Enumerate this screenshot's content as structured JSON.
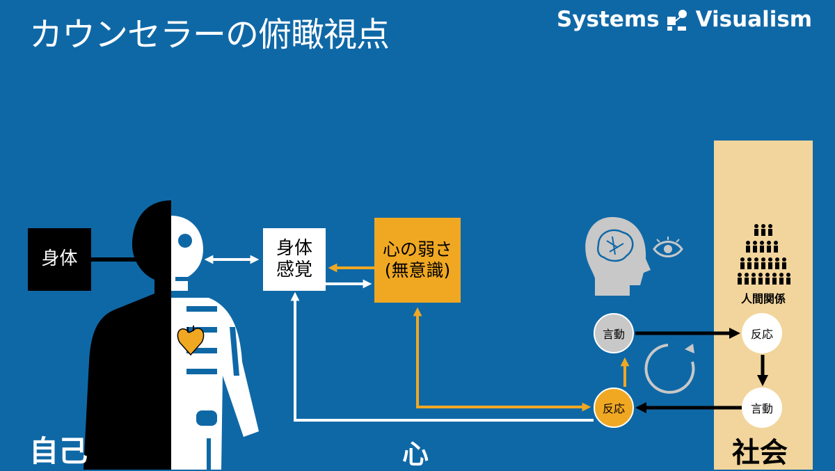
{
  "title": "カウンセラーの俯瞰視点",
  "logo": {
    "left": "Systems",
    "right": "Visualism",
    "icon": "systems-logo-icon"
  },
  "labels": {
    "self": "自己",
    "heart": "心",
    "society": "社会",
    "relations": "人間関係"
  },
  "boxes": {
    "body": "身体",
    "sense_line1": "身体",
    "sense_line2": "感覚",
    "weak_line1": "心の弱さ",
    "weak_line2": "(無意識)"
  },
  "nodes": {
    "speech_self": "言動",
    "reaction_self": "反応",
    "reaction_society": "反応",
    "speech_society": "言動"
  },
  "icons": [
    "human-silhouette-skeleton-icon",
    "heart-icon",
    "head-brain-icon",
    "eye-icon",
    "people-pyramid-icon",
    "cycle-arrow-icon"
  ],
  "colors": {
    "background": "#0f68a6",
    "accent": "#f0a823",
    "society": "#f2d59c",
    "white": "#ffffff",
    "black": "#000000",
    "gray": "#c8c8c8"
  }
}
